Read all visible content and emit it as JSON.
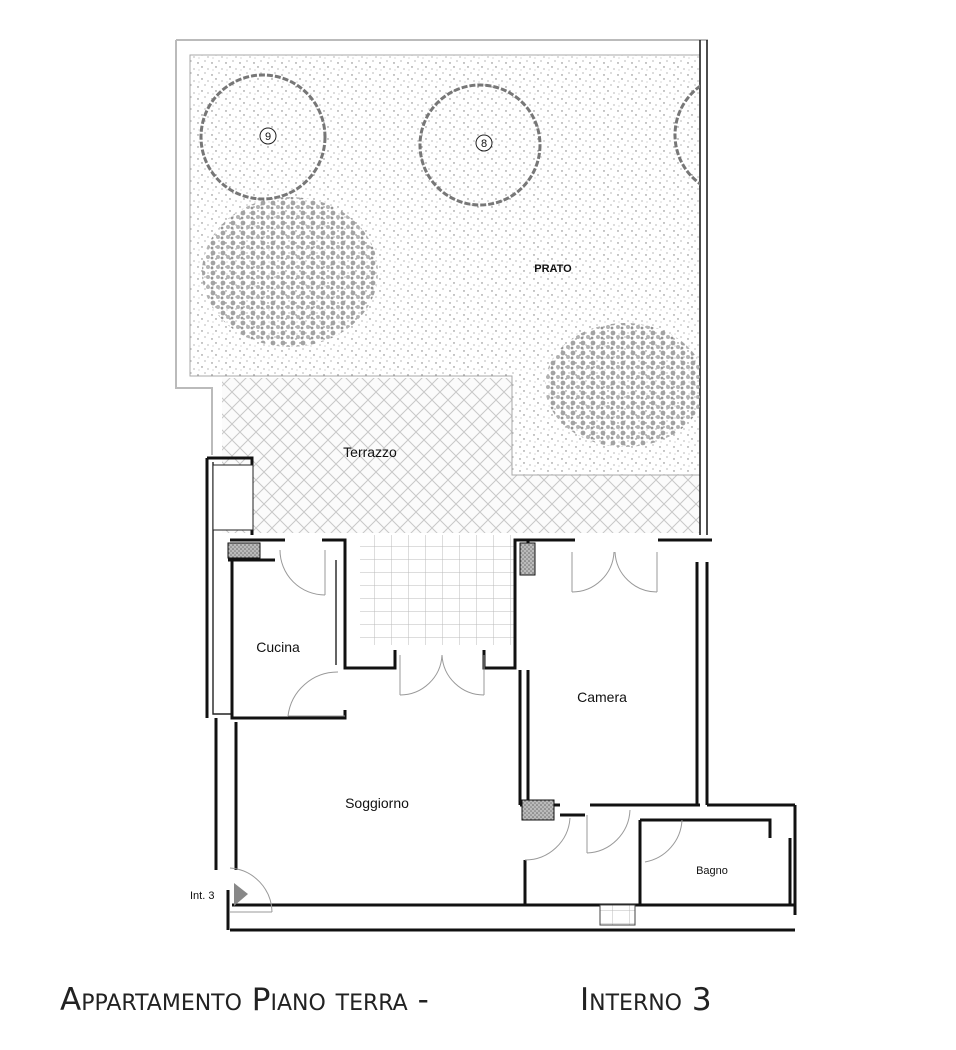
{
  "plan": {
    "rooms": {
      "prato": "PRATO",
      "terrazzo": "Terrazzo",
      "cucina": "Cucina",
      "camera": "Camera",
      "soggiorno": "Soggiorno",
      "bagno": "Bagno"
    },
    "trees": [
      "9",
      "8"
    ],
    "entrance": "Int. 3"
  },
  "caption": {
    "left": "Appartamento Piano terra -",
    "right": "Interno 3"
  }
}
